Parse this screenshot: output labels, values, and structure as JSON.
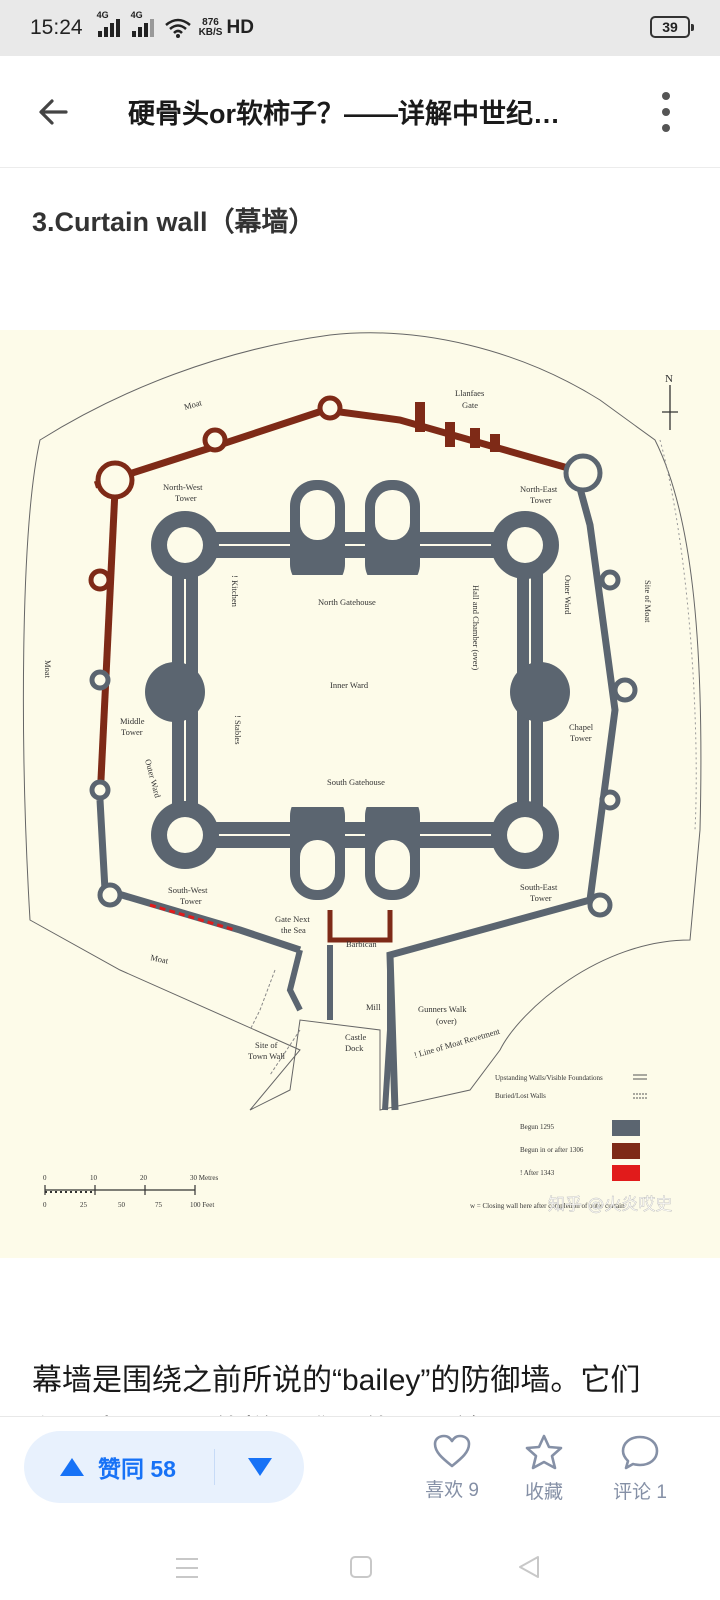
{
  "status": {
    "time": "15:24",
    "signal1": "4G",
    "signal2": "4G",
    "speed_value": "876",
    "speed_unit": "KB/S",
    "hd": "HD",
    "battery": "39"
  },
  "appbar": {
    "title": "硬骨头or软柿子？——详解中世纪…",
    "back_icon": "arrow-left-icon",
    "more_icon": "more-vertical-icon"
  },
  "article": {
    "heading": "3.Curtain wall（幕墙）",
    "paragraph": "幕墙是围绕之前所说的“bailey”的防御墙。它们",
    "paragraph_cut": "必须高到足以使梯子难以使用，并且厚到足以"
  },
  "figure": {
    "labels": {
      "moat_top": "Moat",
      "moat_left": "Moat",
      "moat_bottom": "Moat",
      "site_of_moat": "Site of Moat",
      "llanfaes_gate_1": "Llanfaes",
      "llanfaes_gate_2": "Gate",
      "nw_tower_1": "North-West",
      "nw_tower_2": "Tower",
      "ne_tower_1": "North-East",
      "ne_tower_2": "Tower",
      "north_gatehouse": "North Gatehouse",
      "kitchen": "! Kitchen",
      "hall": "Hall and Chamber (over)",
      "outer_ward_right": "Outer Ward",
      "inner_ward": "Inner Ward",
      "middle_tower_1": "Middle",
      "middle_tower_2": "Tower",
      "stables": "! Stables",
      "chapel_tower_1": "Chapel",
      "chapel_tower_2": "Tower",
      "outer_ward_left": "Outer Ward",
      "south_gatehouse": "South Gatehouse",
      "sw_tower_1": "South-West",
      "sw_tower_2": "Tower",
      "se_tower_1": "South-East",
      "se_tower_2": "Tower",
      "gate_next_sea_1": "Gate Next",
      "gate_next_sea_2": "the Sea",
      "barbican": "Barbican",
      "mill": "Mill",
      "gunners_walk_1": "Gunners Walk",
      "gunners_walk_2": "(over)",
      "castle_dock_1": "Castle",
      "castle_dock_2": "Dock",
      "site_town_wall_1": "Site of",
      "site_town_wall_2": "Town Wall",
      "line_of_moat": "! Line of Moat Revetment",
      "north_arrow": "N"
    },
    "legend": {
      "upstanding": "Upstanding Walls/Visible Foundations",
      "buried": "Buried/Lost Walls",
      "begun_1295": "Begun 1295",
      "begun_1306": "Begun in or after 1306",
      "after_1343": "! After 1343",
      "closing_note": "w = Closing wall here after completion of outer curtain"
    },
    "scale": {
      "metres_ticks": [
        "0",
        "10",
        "20",
        "30 Metres"
      ],
      "feet_ticks": [
        "0",
        "25",
        "50",
        "75",
        "100 Feet"
      ]
    },
    "watermark": "知乎 @火炎哎史",
    "colors": {
      "begun_1295": "#5b6570",
      "begun_1306": "#7e2a17",
      "after_1343": "#e11b1b",
      "background": "#fdfbe9"
    }
  },
  "actions": {
    "vote_up_label": "赞同 58",
    "like_label": "喜欢 9",
    "collect_label": "收藏",
    "comment_label": "评论 1",
    "like_icon": "heart-icon",
    "collect_icon": "star-icon",
    "comment_icon": "comment-bubble-icon"
  },
  "nav": {
    "menu_icon": "menu-icon",
    "home_icon": "home-square-icon",
    "back_icon": "back-triangle-icon"
  }
}
